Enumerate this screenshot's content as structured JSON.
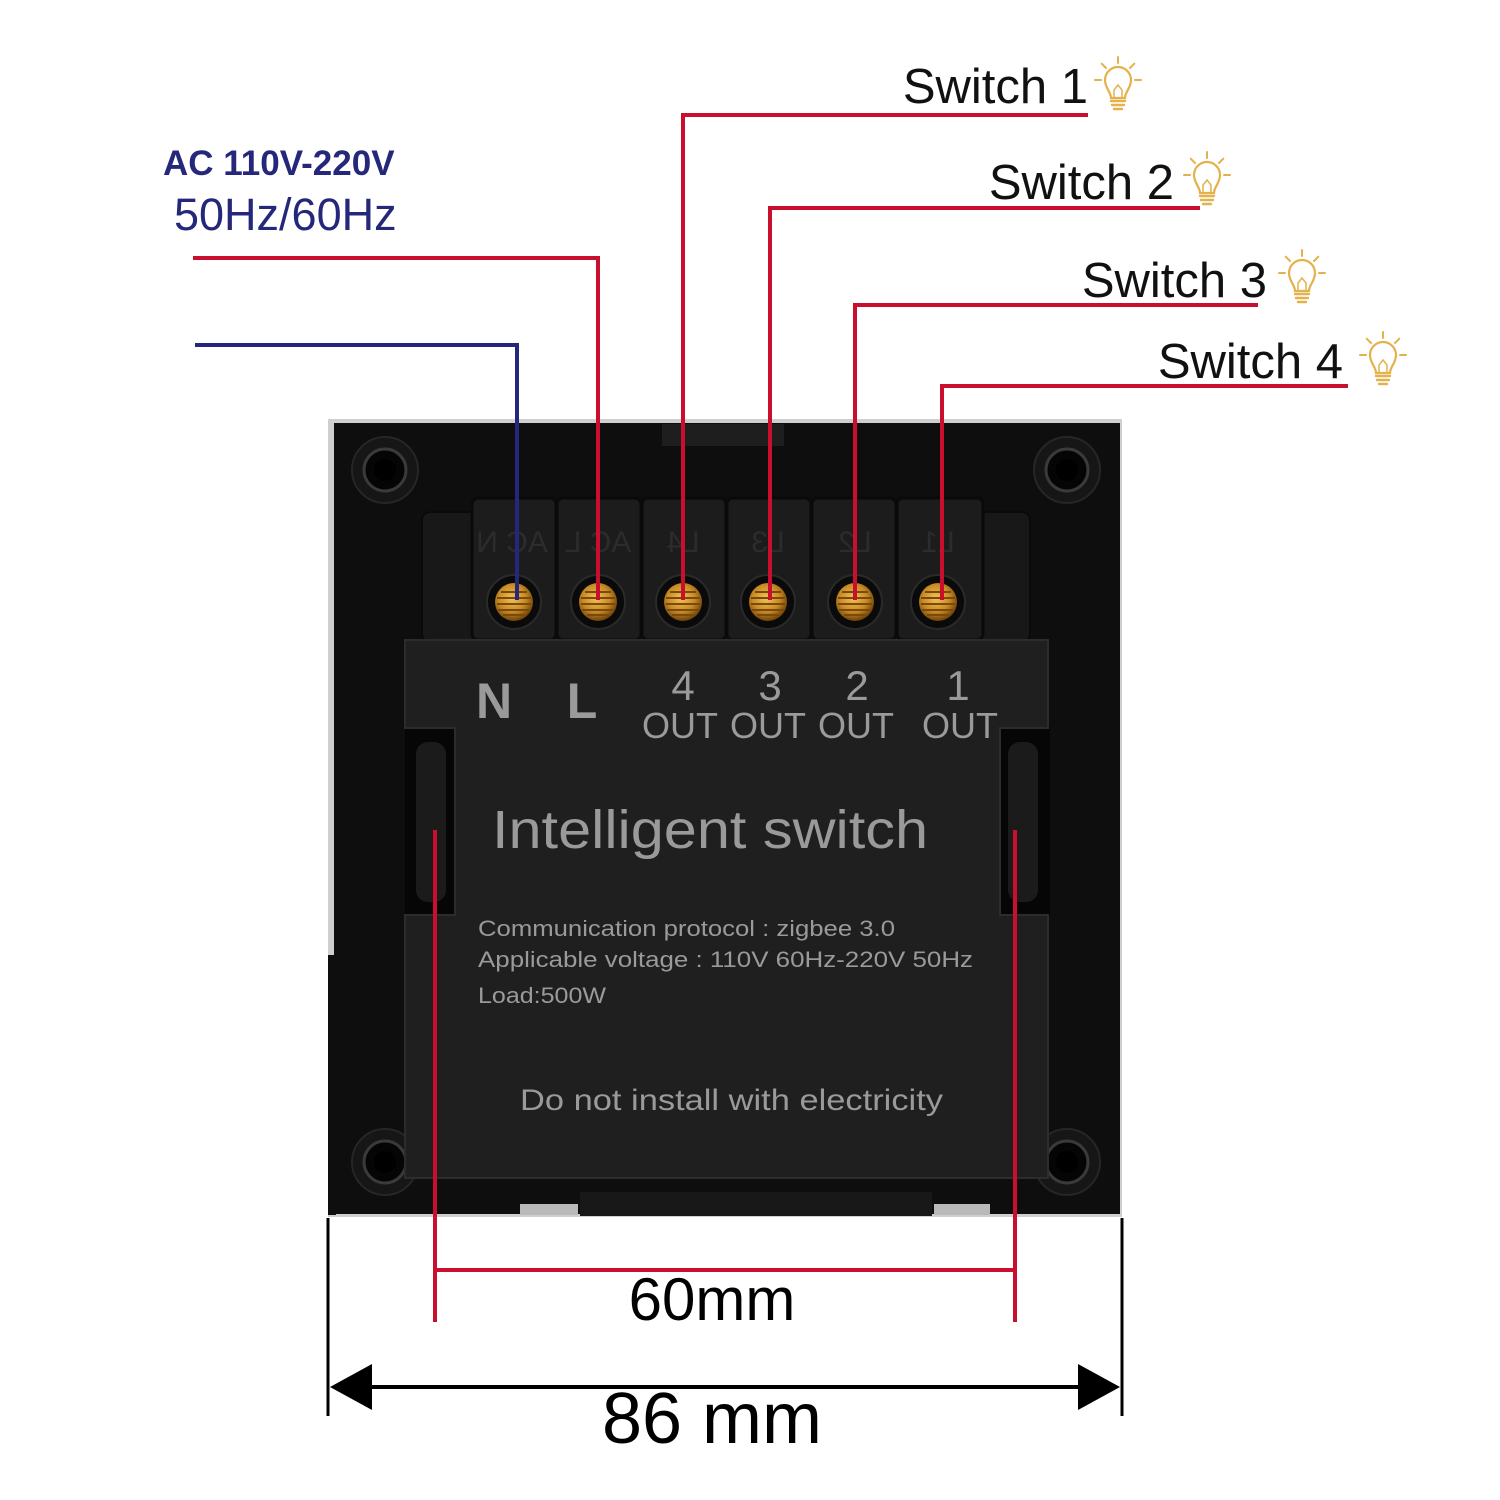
{
  "power_input": {
    "voltage": "AC 110V-220V",
    "frequency": "50Hz/60Hz"
  },
  "switch_outputs": [
    {
      "label": "Switch 1",
      "icon": "lightbulb-icon"
    },
    {
      "label": "Switch 2",
      "icon": "lightbulb-icon"
    },
    {
      "label": "Switch 3",
      "icon": "lightbulb-icon"
    },
    {
      "label": "Switch 4",
      "icon": "lightbulb-icon"
    }
  ],
  "device": {
    "terminal_embossed": [
      "AC N",
      "AC L",
      "L4",
      "L3",
      "L2",
      "L1"
    ],
    "terminals": [
      {
        "label": "N"
      },
      {
        "label": "L"
      },
      {
        "label": "4",
        "sub": "OUT"
      },
      {
        "label": "3",
        "sub": "OUT"
      },
      {
        "label": "2",
        "sub": "OUT"
      },
      {
        "label": "1",
        "sub": "OUT"
      }
    ],
    "title": "Intelligent switch",
    "specs": [
      "Communication protocol : zigbee 3.0",
      "Applicable voltage : 110V 60Hz-220V 50Hz",
      "Load:500W"
    ],
    "warning": "Do not install with electricity"
  },
  "dimensions": {
    "inner": "60mm",
    "outer": "86 mm"
  },
  "colors": {
    "live": "#c8102e",
    "neutral": "#25287a",
    "bulb": "#e4b24c",
    "dimension_inner": "#c8102e",
    "dimension_outer": "#000000"
  }
}
